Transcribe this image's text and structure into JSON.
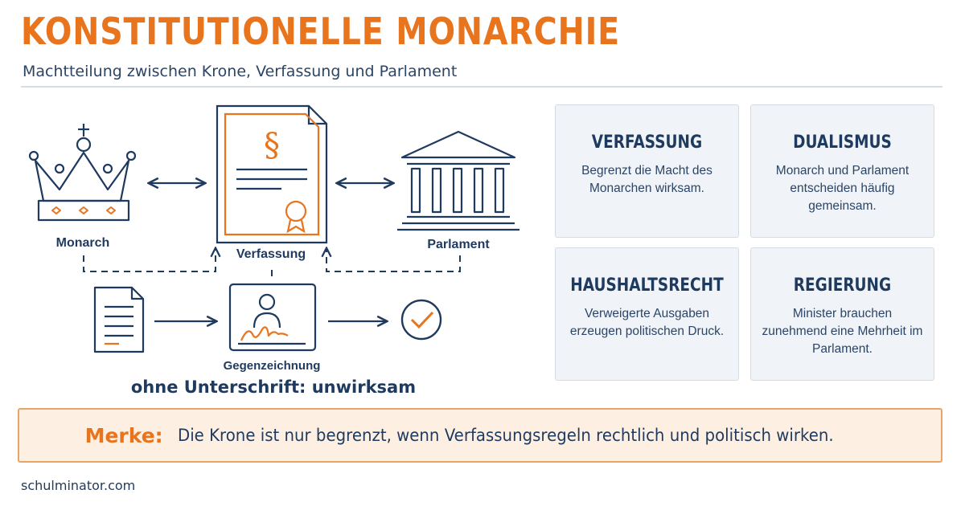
{
  "header": {
    "title": "KONSTITUTIONELLE MONARCHIE",
    "subtitle": "Machtteilung zwischen Krone, Verfassung und Parlament"
  },
  "diagram": {
    "monarch_label": "Monarch",
    "verfassung_label": "Verfassung",
    "parlament_label": "Parlament",
    "gegenzeichnung_label": "Gegenzeichnung",
    "ohne_unterschrift": "ohne Unterschrift: unwirksam",
    "paragraph_symbol": "§"
  },
  "cards": [
    {
      "title": "VERFASSUNG",
      "text": "Begrenzt die Macht des Monarchen wirksam."
    },
    {
      "title": "DUALISMUS",
      "text": "Monarch und Parlament entscheiden häufig gemeinsam."
    },
    {
      "title": "HAUSHALTSRECHT",
      "text": "Verweigerte Ausgaben erzeugen politischen Druck."
    },
    {
      "title": "REGIERUNG",
      "text": "Minister brauchen zunehmend eine Mehrheit im Parlament."
    }
  ],
  "merke": {
    "label": "Merke:",
    "text": "Die Krone ist nur begrenzt, wenn Verfassungsregeln rechtlich und politisch wirken."
  },
  "footer": {
    "site": "schulminator.com"
  },
  "colors": {
    "accent": "#e8741e",
    "navy": "#1f3a5f",
    "card_bg": "#f0f4f8"
  }
}
